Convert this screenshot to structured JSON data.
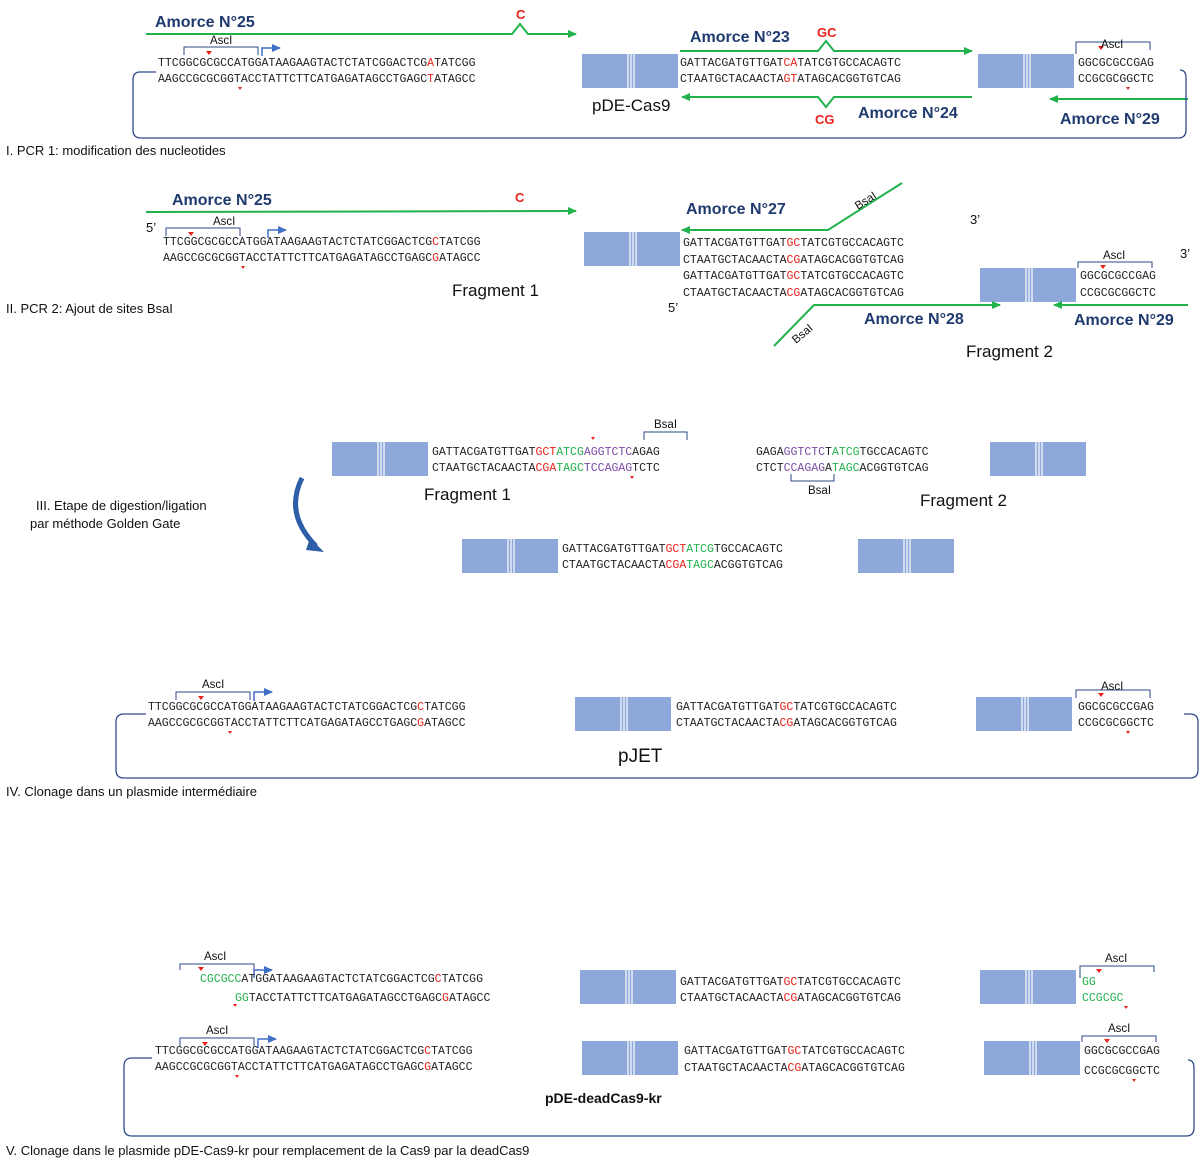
{
  "colors": {
    "primer_arrow": "#22b24c",
    "primer_label": "#1f3a6e",
    "mutation": "#e8211b",
    "green_seq": "#22b24c",
    "purple_seq": "#7b4aa8",
    "block_fill": "#8fa8db",
    "plasmid_line": "#2e4a8a",
    "promoter_arrow": "#3f6ec5"
  },
  "steps": {
    "s1": "I. PCR 1: modification des nucleotides",
    "s2": "II. PCR 2: Ajout de sites BsaI",
    "s3a": "III. Etape de digestion/ligation",
    "s3b": "par méthode Golden Gate",
    "s4": "IV. Clonage dans un plasmide intermédiaire",
    "s5": "V. Clonage dans le plasmide pDE-Cas9-kr pour remplacement de la Cas9 par la deadCas9"
  },
  "primers": {
    "p25a": "Amorce N°25",
    "p23": "Amorce N°23",
    "p24": "Amorce N°24",
    "p29": "Amorce N°29",
    "p25b": "Amorce N°25",
    "p27": "Amorce N°27",
    "p28": "Amorce N°28"
  },
  "mutations": {
    "c1": "C",
    "gc": "GC",
    "cg": "CG",
    "c2": "C"
  },
  "labels": {
    "ascI": "AscI",
    "bsaI": "BsaI",
    "five_prime": "5’",
    "three_prime": "3’",
    "pde_cas9": "pDE-Cas9",
    "fragment1": "Fragment 1",
    "fragment2": "Fragment 2",
    "pjet": "pJET",
    "pde_deadcas9": "pDE-deadCas9-kr"
  },
  "seqs": {
    "left_top_1": [
      "TTCG",
      "GCGCGCC",
      "ATGGATAAGAAGTACTCTATCGGACTCG",
      "A",
      "TATCGG"
    ],
    "left_bot_1": [
      "AAGCCGCGCGGTACCTATTCTTCATGAGATAGCCTGAGC",
      "T",
      "ATAGCC"
    ],
    "mid_top_1": [
      "GATTACGATGTTGAT",
      "CA",
      "TATCGTGCCACAGTC"
    ],
    "mid_bot_1": [
      "CTAATGCTACAACTA",
      "GT",
      "ATAGCACGGTGTCAG"
    ],
    "right_top": "GGCGCGCCGAG",
    "right_bot": "CCGCGCGGCTC",
    "left_top_m": [
      "TTCGGCGCGCCATGGATAAGAAGTACTCTATCGGACTCG",
      "C",
      "TATCGG"
    ],
    "left_bot_m": [
      "AAGCCGCGCGGTACCTATTCTTCATGAGATAGCCTGAGC",
      "G",
      "ATAGCC"
    ],
    "mid_top_m": [
      "GATTACGATGTTGAT",
      "GC",
      "TATCGTGCCACAGTC"
    ],
    "mid_bot_m": [
      "CTAATGCTACAACTA",
      "CG",
      "ATAGCACGGTGTCAG"
    ],
    "f1_top": [
      "GATTACGATGTTGAT",
      "GCT",
      "ATCG",
      "AGGTCTC",
      "AGAG"
    ],
    "f1_bot": [
      "CTAATGCTACAACTA",
      "CGA",
      "TAGC",
      "TCCAGAG",
      "TCTC"
    ],
    "f2_top": [
      "GAGA",
      "GGTCTC",
      "T",
      "ATCG",
      "TGCCACAGTC"
    ],
    "f2_bot": [
      "CTCT",
      "CCAGAG",
      "A",
      "TAGC",
      "ACGGTGTCAG"
    ],
    "lig_top": [
      "GATTACGATGTTGAT",
      "GCT",
      "ATCG",
      "TGCCACAGTC"
    ],
    "lig_bot": [
      "CTAATGCTACAACTA",
      "CGA",
      "TAGC",
      "ACGGTGTCAG"
    ],
    "v_left_top": [
      "CGCGCC",
      "ATGGATAAGAAGTACTCTATCGGACTCG",
      "C",
      "TATCGG"
    ],
    "v_left_bot": [
      "GG",
      "TACCTATTCTTCATGAGATAGCCTGAGC",
      "G",
      "ATAGCC"
    ],
    "v_right_top": "GG",
    "v_right_bot": "CCGCGC"
  }
}
